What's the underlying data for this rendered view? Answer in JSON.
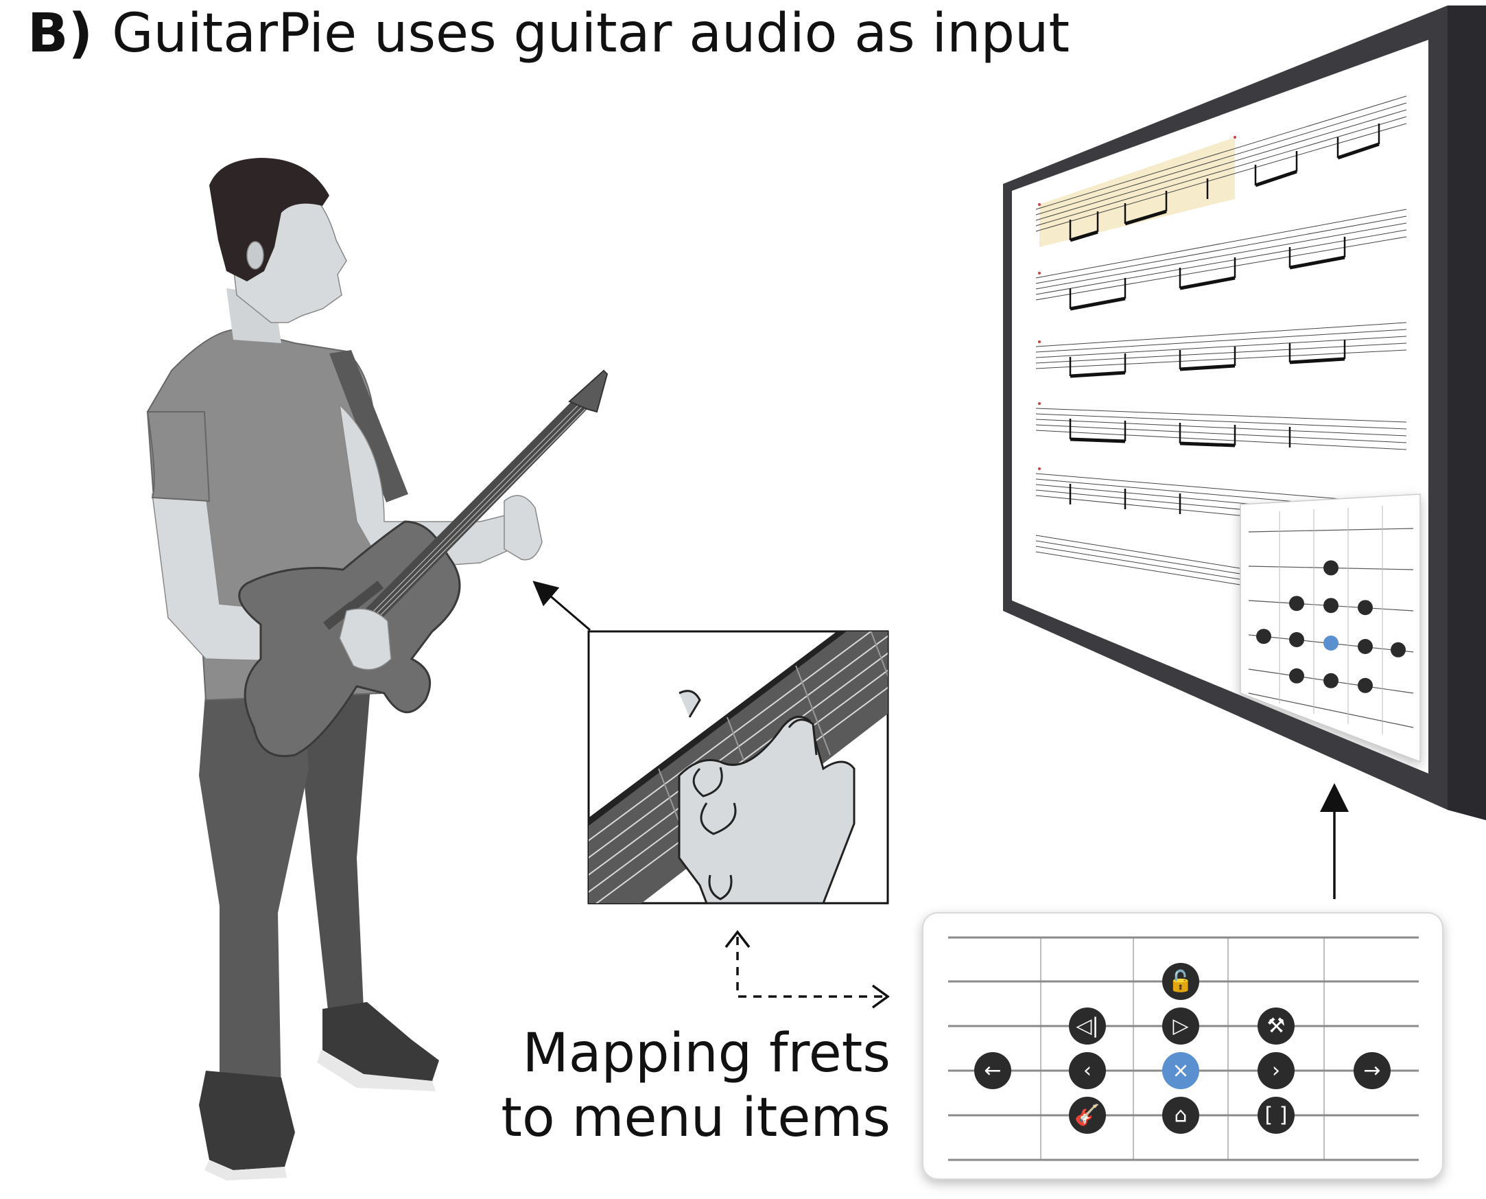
{
  "figure": {
    "panel_label": "B)",
    "title": "GuitarPie uses guitar audio as input",
    "caption_lines": [
      "Mapping frets",
      "to menu items"
    ]
  },
  "menu": {
    "items": [
      {
        "id": "lock",
        "icon": "lock-icon",
        "glyph": "🔓",
        "string": 1,
        "fret": 2,
        "active": false
      },
      {
        "id": "skip-back",
        "icon": "skip-back-icon",
        "glyph": "◁|",
        "string": 2,
        "fret": 1,
        "active": false
      },
      {
        "id": "play",
        "icon": "play-icon",
        "glyph": "▷",
        "string": 2,
        "fret": 2,
        "active": false
      },
      {
        "id": "tools",
        "icon": "tools-icon",
        "glyph": "⚒",
        "string": 2,
        "fret": 3,
        "active": false
      },
      {
        "id": "back-arrow",
        "icon": "arrow-left-icon",
        "glyph": "←",
        "string": 3,
        "fret": 0,
        "active": false
      },
      {
        "id": "previous",
        "icon": "chevron-left-icon",
        "glyph": "‹",
        "string": 3,
        "fret": 1,
        "active": false
      },
      {
        "id": "close",
        "icon": "close-icon",
        "glyph": "×",
        "string": 3,
        "fret": 2,
        "active": true
      },
      {
        "id": "next",
        "icon": "chevron-right-icon",
        "glyph": "›",
        "string": 3,
        "fret": 3,
        "active": false
      },
      {
        "id": "forward-arrow",
        "icon": "arrow-right-icon",
        "glyph": "→",
        "string": 3,
        "fret": 4,
        "active": false
      },
      {
        "id": "guitar",
        "icon": "guitar-icon",
        "glyph": "🎸",
        "string": 4,
        "fret": 1,
        "active": false
      },
      {
        "id": "home",
        "icon": "home-icon",
        "glyph": "⌂",
        "string": 4,
        "fret": 2,
        "active": false
      },
      {
        "id": "fullscreen",
        "icon": "fullscreen-icon",
        "glyph": "[ ]",
        "string": 4,
        "fret": 3,
        "active": false
      }
    ]
  },
  "colors": {
    "skin": "#d6dadc",
    "hair": "#2e2626",
    "shirt": "#8c8c8c",
    "pants": "#5a5a5a",
    "shoes": "#3a3a3a",
    "guitar_body": "#6e6e6e",
    "guitar_dark": "#4a4a4a",
    "monitor_frame": "#3c3b40",
    "highlight_bar": "#f6eccb",
    "active_item": "#5a90d0",
    "menu_item": "#2b2b2b"
  }
}
